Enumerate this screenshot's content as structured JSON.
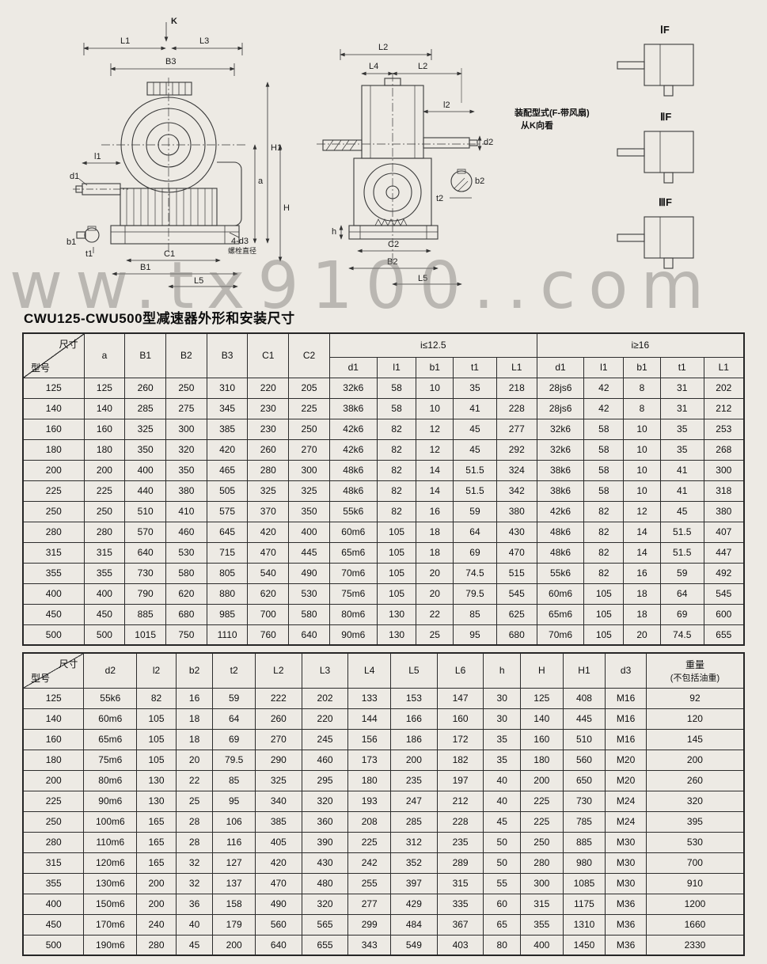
{
  "page": {
    "title": "CWU125-CWU500型减速器外形和安装尺寸",
    "watermark": "ww.tx9100..com"
  },
  "drawing": {
    "note_line1": "装配型式(F-带风扇)",
    "note_line2": "从K向看",
    "variants": [
      "ⅠF",
      "ⅡF",
      "ⅢF"
    ],
    "front": {
      "K": "K",
      "L1": "L1",
      "L3": "L3",
      "B3": "B3",
      "H1": "H1",
      "a": "a",
      "H": "H",
      "l1": "l1",
      "d1": "d1",
      "b1": "b1",
      "t1": "t1",
      "C1": "C1",
      "B1": "B1",
      "L5": "L5",
      "bolt": "4-d3",
      "bolt_note": "螺栓直径"
    },
    "side": {
      "L2": "L2",
      "L4": "L4",
      "L2b": "L2",
      "l2": "l2",
      "d2": "d2",
      "b2": "b2",
      "t2": "t2",
      "C2": "C2",
      "B2": "B2",
      "L5": "L5",
      "h": "h"
    }
  },
  "table1": {
    "corner_top": "尺寸",
    "corner_bottom": "型号",
    "main_cols": [
      "a",
      "B1",
      "B2",
      "B3",
      "C1",
      "C2"
    ],
    "group1": "i≤12.5",
    "group2": "i≥16",
    "sub_cols": [
      "d1",
      "l1",
      "b1",
      "t1",
      "L1"
    ],
    "rows": [
      [
        "125",
        "125",
        "260",
        "250",
        "310",
        "220",
        "205",
        "32k6",
        "58",
        "10",
        "35",
        "218",
        "28js6",
        "42",
        "8",
        "31",
        "202"
      ],
      [
        "140",
        "140",
        "285",
        "275",
        "345",
        "230",
        "225",
        "38k6",
        "58",
        "10",
        "41",
        "228",
        "28js6",
        "42",
        "8",
        "31",
        "212"
      ],
      [
        "160",
        "160",
        "325",
        "300",
        "385",
        "230",
        "250",
        "42k6",
        "82",
        "12",
        "45",
        "277",
        "32k6",
        "58",
        "10",
        "35",
        "253"
      ],
      [
        "180",
        "180",
        "350",
        "320",
        "420",
        "260",
        "270",
        "42k6",
        "82",
        "12",
        "45",
        "292",
        "32k6",
        "58",
        "10",
        "35",
        "268"
      ],
      [
        "200",
        "200",
        "400",
        "350",
        "465",
        "280",
        "300",
        "48k6",
        "82",
        "14",
        "51.5",
        "324",
        "38k6",
        "58",
        "10",
        "41",
        "300"
      ],
      [
        "225",
        "225",
        "440",
        "380",
        "505",
        "325",
        "325",
        "48k6",
        "82",
        "14",
        "51.5",
        "342",
        "38k6",
        "58",
        "10",
        "41",
        "318"
      ],
      [
        "250",
        "250",
        "510",
        "410",
        "575",
        "370",
        "350",
        "55k6",
        "82",
        "16",
        "59",
        "380",
        "42k6",
        "82",
        "12",
        "45",
        "380"
      ],
      [
        "280",
        "280",
        "570",
        "460",
        "645",
        "420",
        "400",
        "60m6",
        "105",
        "18",
        "64",
        "430",
        "48k6",
        "82",
        "14",
        "51.5",
        "407"
      ],
      [
        "315",
        "315",
        "640",
        "530",
        "715",
        "470",
        "445",
        "65m6",
        "105",
        "18",
        "69",
        "470",
        "48k6",
        "82",
        "14",
        "51.5",
        "447"
      ],
      [
        "355",
        "355",
        "730",
        "580",
        "805",
        "540",
        "490",
        "70m6",
        "105",
        "20",
        "74.5",
        "515",
        "55k6",
        "82",
        "16",
        "59",
        "492"
      ],
      [
        "400",
        "400",
        "790",
        "620",
        "880",
        "620",
        "530",
        "75m6",
        "105",
        "20",
        "79.5",
        "545",
        "60m6",
        "105",
        "18",
        "64",
        "545"
      ],
      [
        "450",
        "450",
        "885",
        "680",
        "985",
        "700",
        "580",
        "80m6",
        "130",
        "22",
        "85",
        "625",
        "65m6",
        "105",
        "18",
        "69",
        "600"
      ],
      [
        "500",
        "500",
        "1015",
        "750",
        "1110",
        "760",
        "640",
        "90m6",
        "130",
        "25",
        "95",
        "680",
        "70m6",
        "105",
        "20",
        "74.5",
        "655"
      ]
    ]
  },
  "table2": {
    "corner_top": "尺寸",
    "corner_bottom": "型号",
    "cols": [
      "d2",
      "l2",
      "b2",
      "t2",
      "L2",
      "L3",
      "L4",
      "L5",
      "L6",
      "h",
      "H",
      "H1",
      "d3"
    ],
    "weight_line1": "重量",
    "weight_line2": "(不包括油重)",
    "rows": [
      [
        "125",
        "55k6",
        "82",
        "16",
        "59",
        "222",
        "202",
        "133",
        "153",
        "147",
        "30",
        "125",
        "408",
        "M16",
        "92"
      ],
      [
        "140",
        "60m6",
        "105",
        "18",
        "64",
        "260",
        "220",
        "144",
        "166",
        "160",
        "30",
        "140",
        "445",
        "M16",
        "120"
      ],
      [
        "160",
        "65m6",
        "105",
        "18",
        "69",
        "270",
        "245",
        "156",
        "186",
        "172",
        "35",
        "160",
        "510",
        "M16",
        "145"
      ],
      [
        "180",
        "75m6",
        "105",
        "20",
        "79.5",
        "290",
        "460",
        "173",
        "200",
        "182",
        "35",
        "180",
        "560",
        "M20",
        "200"
      ],
      [
        "200",
        "80m6",
        "130",
        "22",
        "85",
        "325",
        "295",
        "180",
        "235",
        "197",
        "40",
        "200",
        "650",
        "M20",
        "260"
      ],
      [
        "225",
        "90m6",
        "130",
        "25",
        "95",
        "340",
        "320",
        "193",
        "247",
        "212",
        "40",
        "225",
        "730",
        "M24",
        "320"
      ],
      [
        "250",
        "100m6",
        "165",
        "28",
        "106",
        "385",
        "360",
        "208",
        "285",
        "228",
        "45",
        "225",
        "785",
        "M24",
        "395"
      ],
      [
        "280",
        "110m6",
        "165",
        "28",
        "116",
        "405",
        "390",
        "225",
        "312",
        "235",
        "50",
        "250",
        "885",
        "M30",
        "530"
      ],
      [
        "315",
        "120m6",
        "165",
        "32",
        "127",
        "420",
        "430",
        "242",
        "352",
        "289",
        "50",
        "280",
        "980",
        "M30",
        "700"
      ],
      [
        "355",
        "130m6",
        "200",
        "32",
        "137",
        "470",
        "480",
        "255",
        "397",
        "315",
        "55",
        "300",
        "1085",
        "M30",
        "910"
      ],
      [
        "400",
        "150m6",
        "200",
        "36",
        "158",
        "490",
        "320",
        "277",
        "429",
        "335",
        "60",
        "315",
        "1175",
        "M36",
        "1200"
      ],
      [
        "450",
        "170m6",
        "240",
        "40",
        "179",
        "560",
        "565",
        "299",
        "484",
        "367",
        "65",
        "355",
        "1310",
        "M36",
        "1660"
      ],
      [
        "500",
        "190m6",
        "280",
        "45",
        "200",
        "640",
        "655",
        "343",
        "549",
        "403",
        "80",
        "400",
        "1450",
        "M36",
        "2330"
      ]
    ]
  }
}
